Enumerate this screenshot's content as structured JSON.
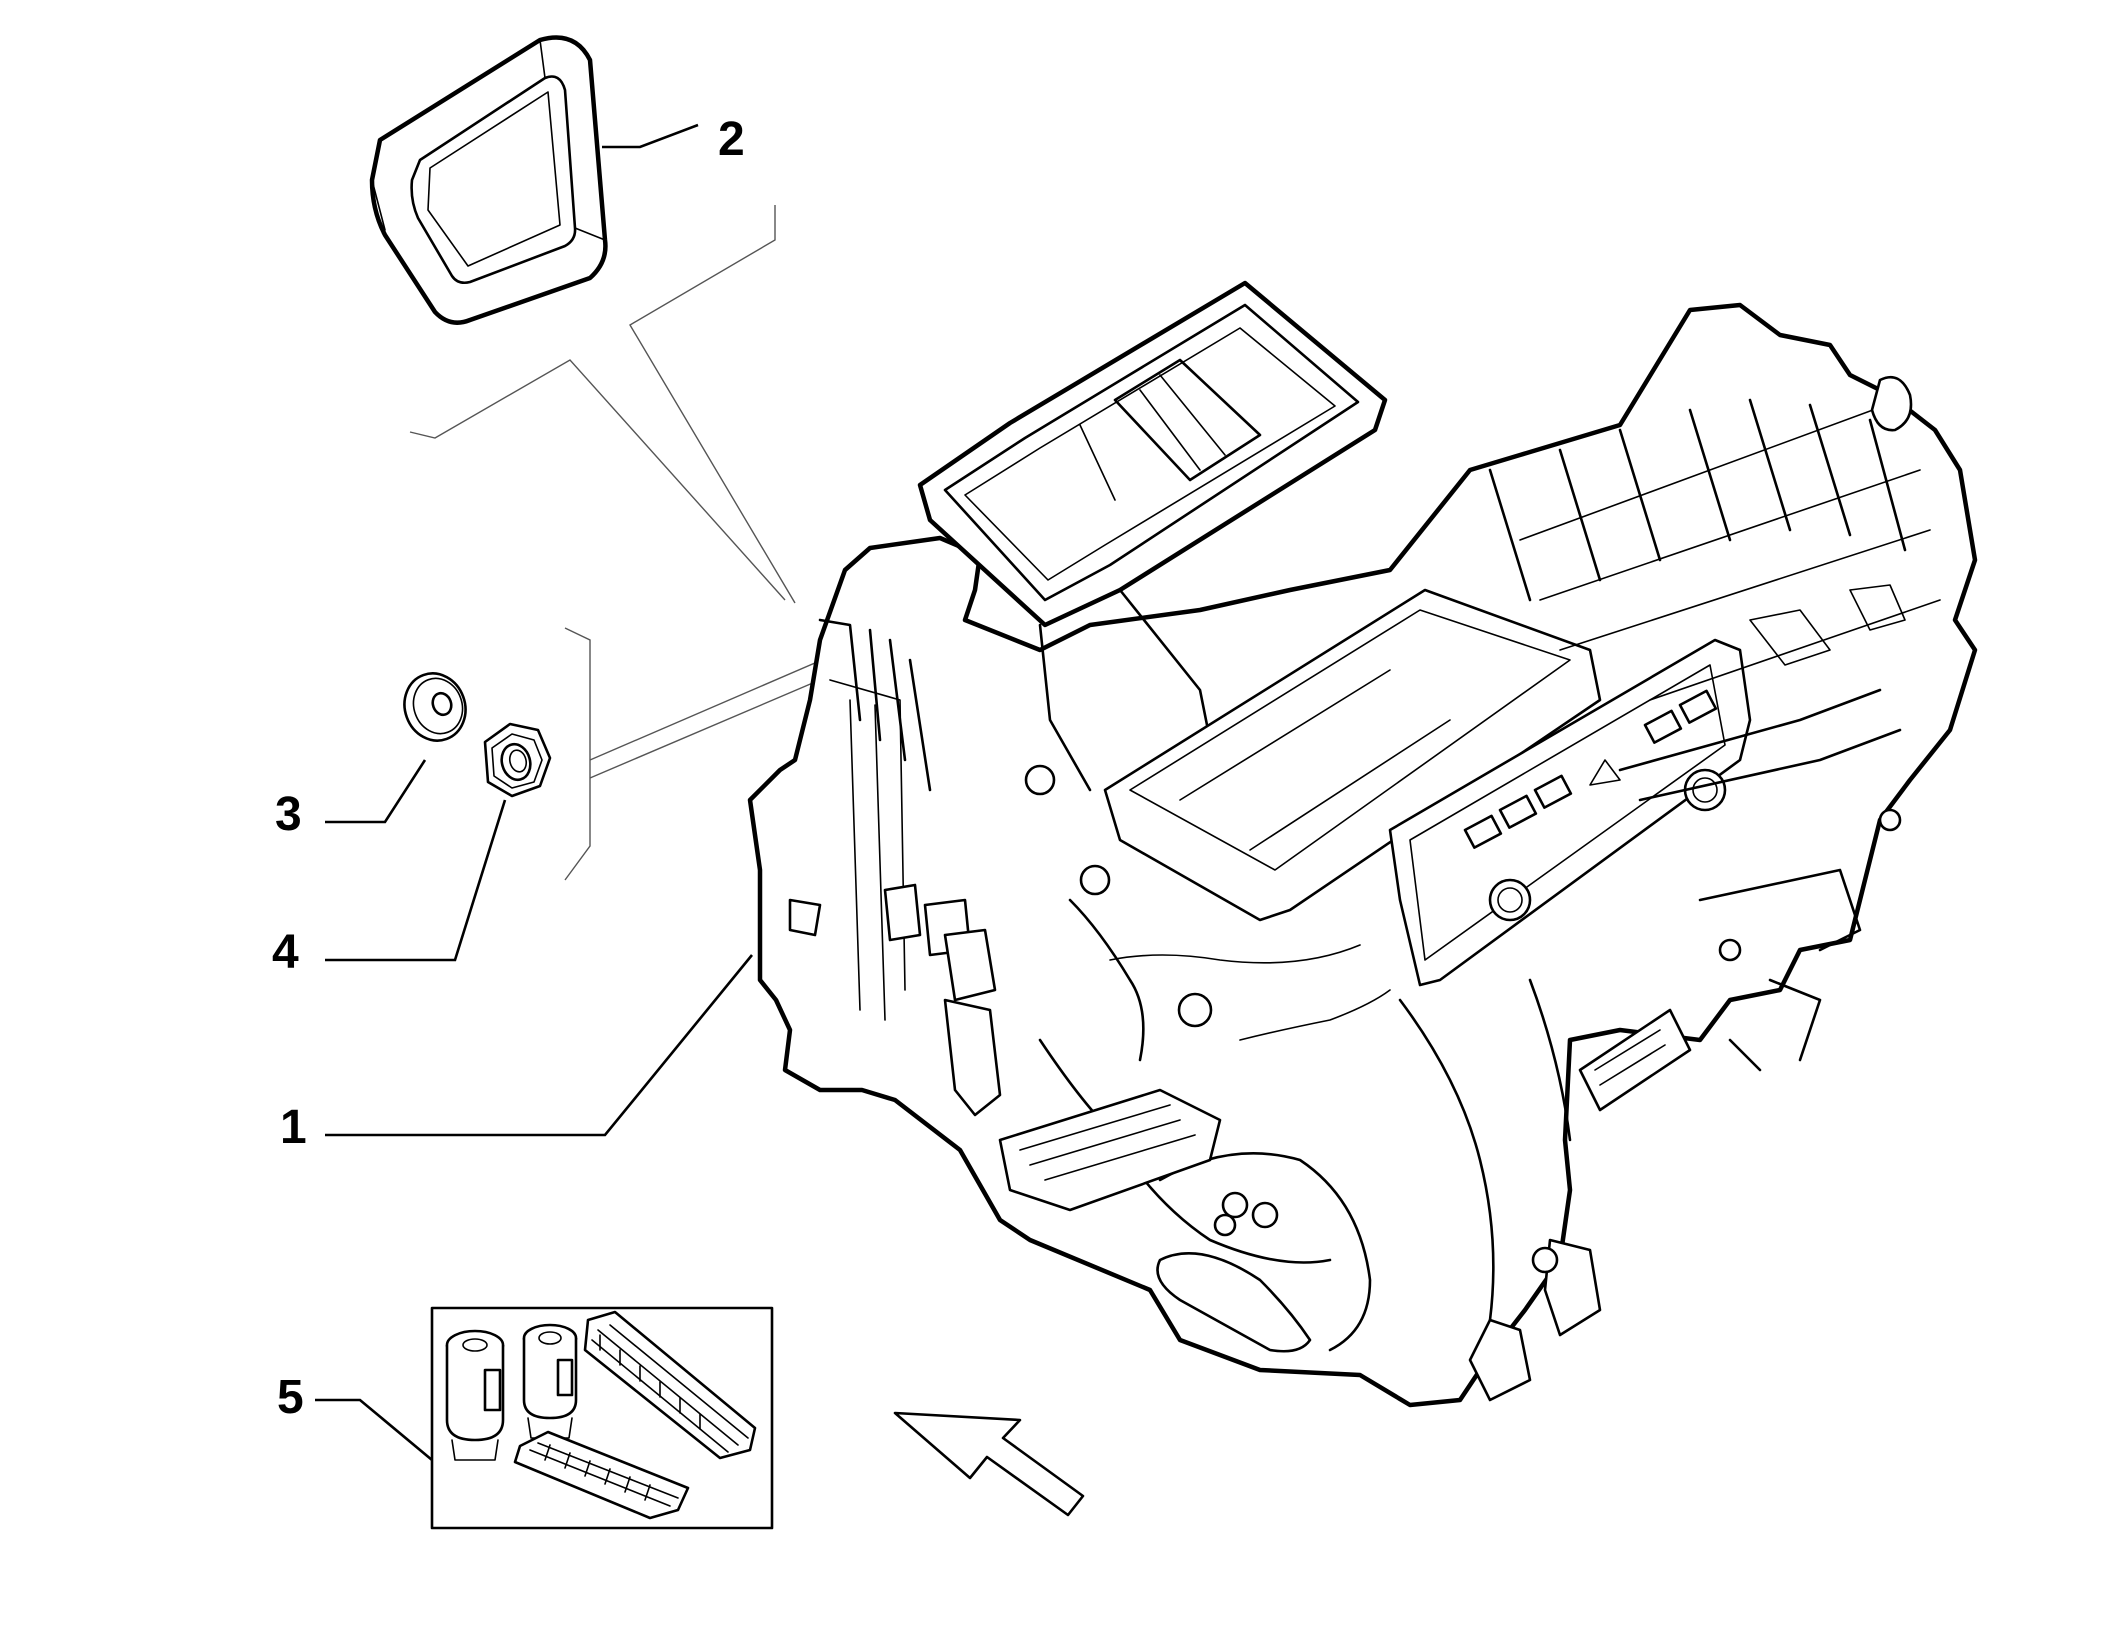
{
  "callouts": [
    {
      "label": "1"
    },
    {
      "label": "2"
    },
    {
      "label": "3"
    },
    {
      "label": "4"
    },
    {
      "label": "5"
    }
  ],
  "parts": {
    "main_unit": "hvac-heater-unit-assembly",
    "seal": "gasket-seal",
    "washer": "washer",
    "nut": "hex-nut",
    "kit": "service-filter-kit"
  },
  "colors": {
    "line": "#000000",
    "background": "#ffffff"
  }
}
